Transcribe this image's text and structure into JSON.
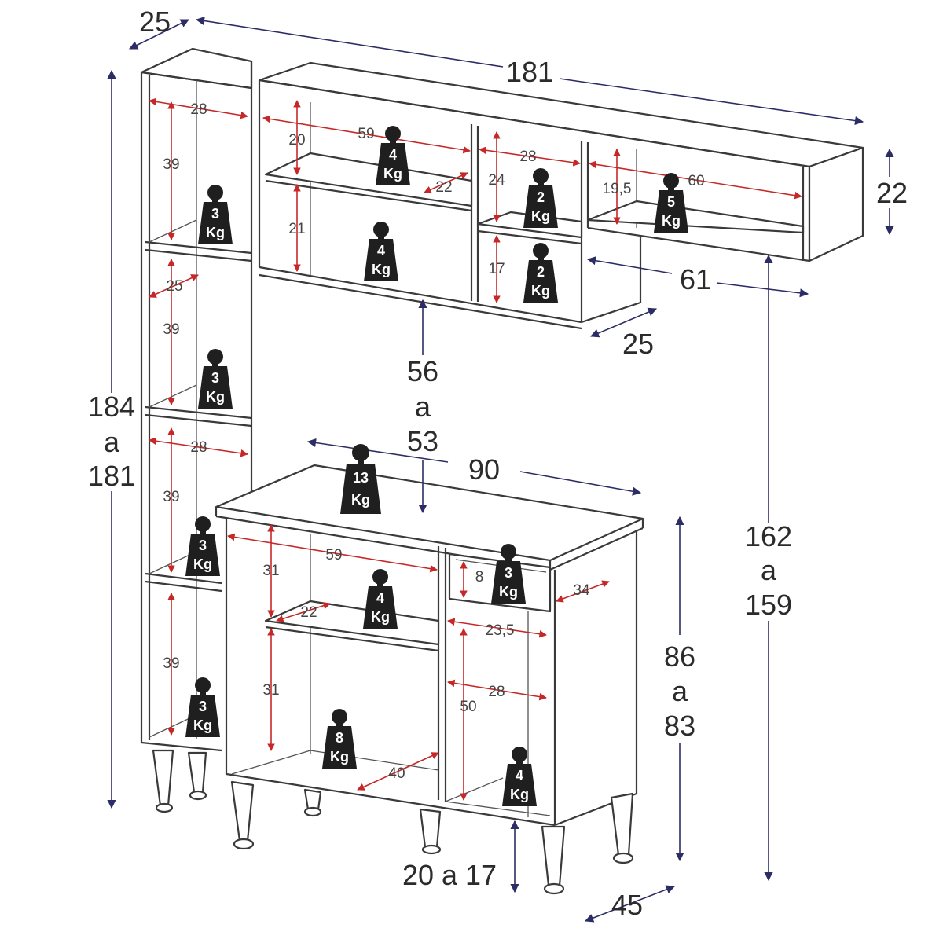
{
  "outer_dimensions": {
    "top_depth": "25",
    "total_width": "181",
    "aerial_height": "22",
    "aerial_shelf_width": "61",
    "aerial_depth": "25",
    "gap_height": [
      "56",
      "a",
      "53"
    ],
    "total_height": [
      "184",
      "a",
      "181"
    ],
    "counter_width": "90",
    "floor_to_aerial": [
      "162",
      "a",
      "159"
    ],
    "base_height": [
      "86",
      "a",
      "83"
    ],
    "feet_height": "20 a 17",
    "base_depth": "45"
  },
  "inner_dimensions": {
    "tower_width_top": "28",
    "tower_h1": "39",
    "tower_depth": "25",
    "tower_h2": "39",
    "tower_width_mid": "28",
    "tower_h3": "39",
    "tower_h4": "39",
    "upper_h1": "20",
    "upper_w1": "59",
    "upper_d1": "22",
    "upper_h2": "21",
    "upper_w2": "28",
    "upper_h3": "24",
    "upper_h4": "17",
    "upper_h5": "19,5",
    "upper_w3": "60",
    "base_w1": "59",
    "base_h1": "31",
    "base_d1": "22",
    "base_h2": "31",
    "base_d2": "40",
    "drawer_h": "8",
    "drawer_d": "34",
    "base_w2": "23,5",
    "base_w3": "28",
    "base_h3": "50"
  },
  "weights": {
    "unit": "Kg",
    "tower_1": "3",
    "tower_2": "3",
    "tower_3": "3",
    "tower_4": "3",
    "upper_top_shelf": "4",
    "upper_bottom_shelf": "4",
    "upper_mid_top": "2",
    "upper_mid_bottom": "2",
    "upper_right": "5",
    "countertop": "13",
    "base_shelf": "4",
    "base_bottom": "8",
    "drawer": "3",
    "base_right": "4"
  },
  "colors": {
    "outline": "#3a3a3a",
    "outer_arrow": "#2d2d66",
    "inner_arrow": "#c62828",
    "weight_fill": "#1f1f1f",
    "weight_text": "#ffffff"
  }
}
